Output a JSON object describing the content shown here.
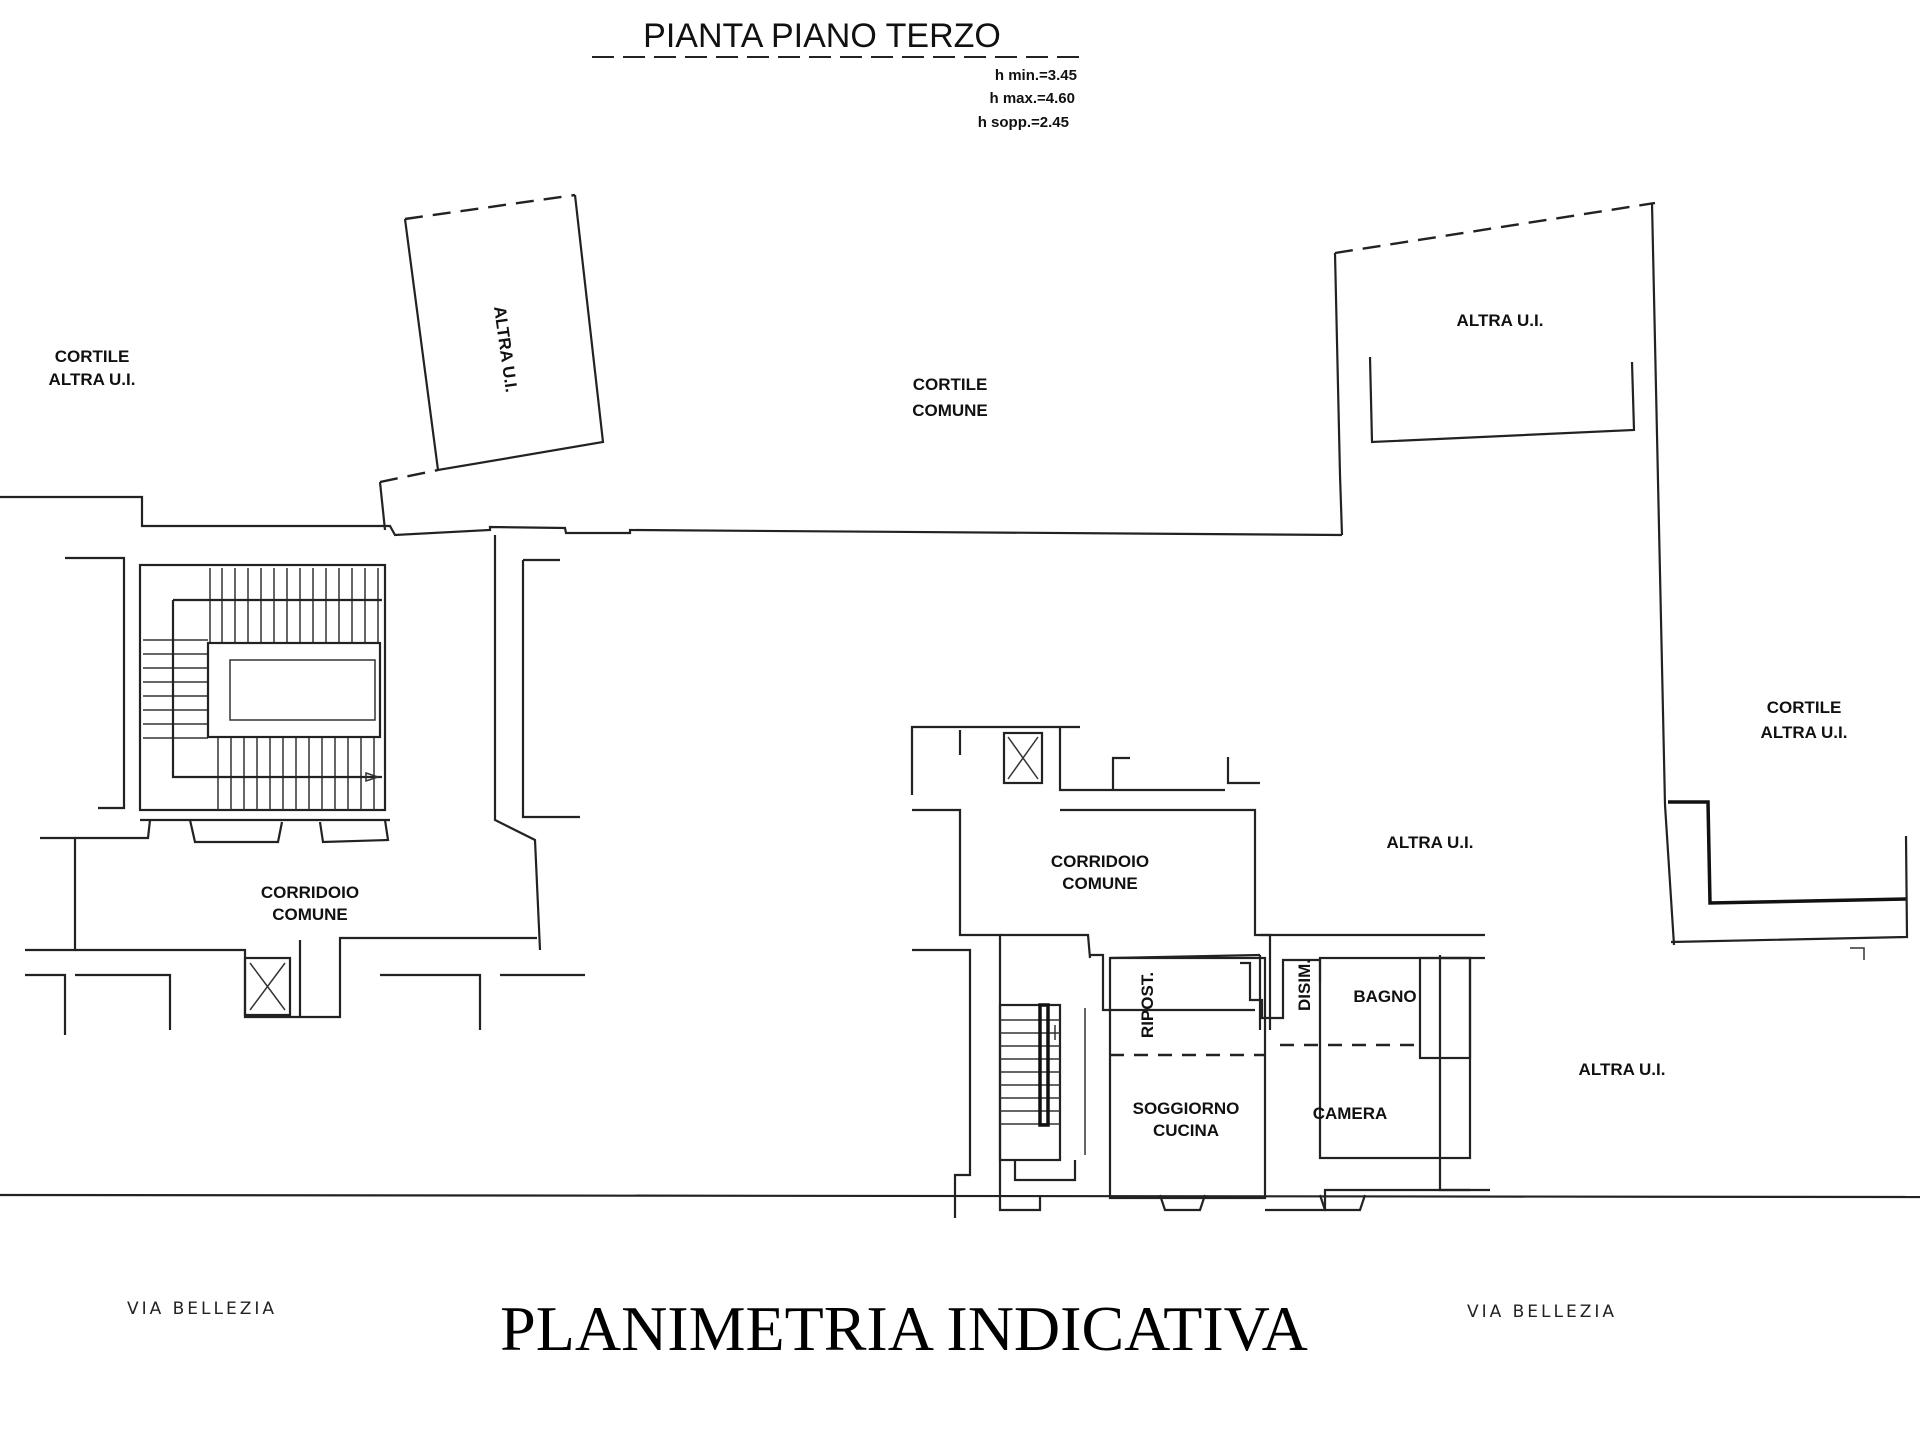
{
  "header": {
    "title": "PIANTA PIANO TERZO",
    "heights": [
      "h min.=3.45",
      "h max.=4.60",
      "h sopp.=2.45"
    ]
  },
  "areas": {
    "cortile_left": [
      "CORTILE",
      "ALTRA U.I."
    ],
    "altra_ui_rotated": "ALTRA U.I.",
    "cortile_comune": [
      "CORTILE",
      "COMUNE"
    ],
    "altra_ui_top_right": "ALTRA U.I.",
    "cortile_right": [
      "CORTILE",
      "ALTRA U.I."
    ],
    "corridoio_left": [
      "CORRIDOIO",
      "COMUNE"
    ],
    "corridoio_center": [
      "CORRIDOIO",
      "COMUNE"
    ],
    "altra_ui_mid_right": "ALTRA U.I.",
    "altra_ui_bottom_right": "ALTRA U.I."
  },
  "apartment_rooms": {
    "ripost": "RIPOST.",
    "disim": "DISIM.",
    "bagno": "BAGNO",
    "soggiorno_cucina": [
      "SOGGIORNO",
      "CUCINA"
    ],
    "camera": "CAMERA"
  },
  "streets": {
    "left": "VIA BELLEZIA",
    "right": "VIA BELLEZIA"
  },
  "footer": {
    "caption": "PLANIMETRIA INDICATIVA"
  },
  "colors": {
    "line": "#222222",
    "background": "#ffffff"
  }
}
